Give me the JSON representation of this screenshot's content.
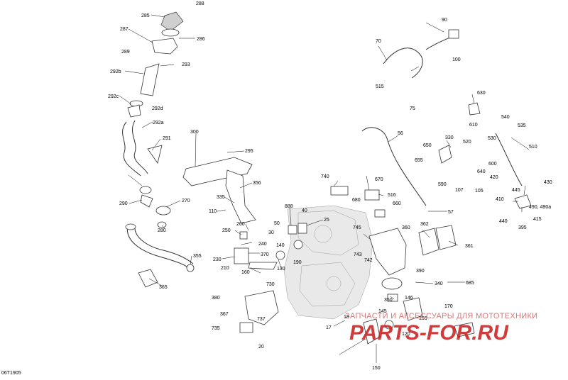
{
  "diagram_code": "06T1905",
  "watermark": {
    "line1": "ЗАПЧАСТИ И АКСЕССУАРЫ ДЛЯ МОТОТЕХНИКИ",
    "line2": "PARTS-FOR.RU"
  },
  "callouts": [
    "288",
    "285",
    "286",
    "287",
    "289",
    "293",
    "292b",
    "292c",
    "292d",
    "292a",
    "291",
    "290",
    "270",
    "280",
    "355",
    "365",
    "300",
    "295",
    "356",
    "335",
    "110",
    "250",
    "260",
    "240",
    "230",
    "370",
    "210",
    "160",
    "130",
    "140",
    "190",
    "30",
    "50",
    "40",
    "25",
    "888",
    "380",
    "367",
    "735",
    "730",
    "737",
    "20",
    "70",
    "90",
    "100",
    "515",
    "75",
    "56",
    "740",
    "670",
    "680",
    "516",
    "660",
    "650",
    "655",
    "590",
    "330",
    "520",
    "640",
    "600",
    "630",
    "610",
    "540",
    "535",
    "510",
    "530",
    "420",
    "445",
    "430",
    "410",
    "440",
    "395",
    "415",
    "490, 490a",
    "105",
    "107",
    "57",
    "745",
    "360",
    "362",
    "361",
    "743",
    "742",
    "390",
    "340",
    "685",
    "350",
    "146",
    "170",
    "145",
    "155",
    "120",
    "18",
    "17",
    "150"
  ]
}
